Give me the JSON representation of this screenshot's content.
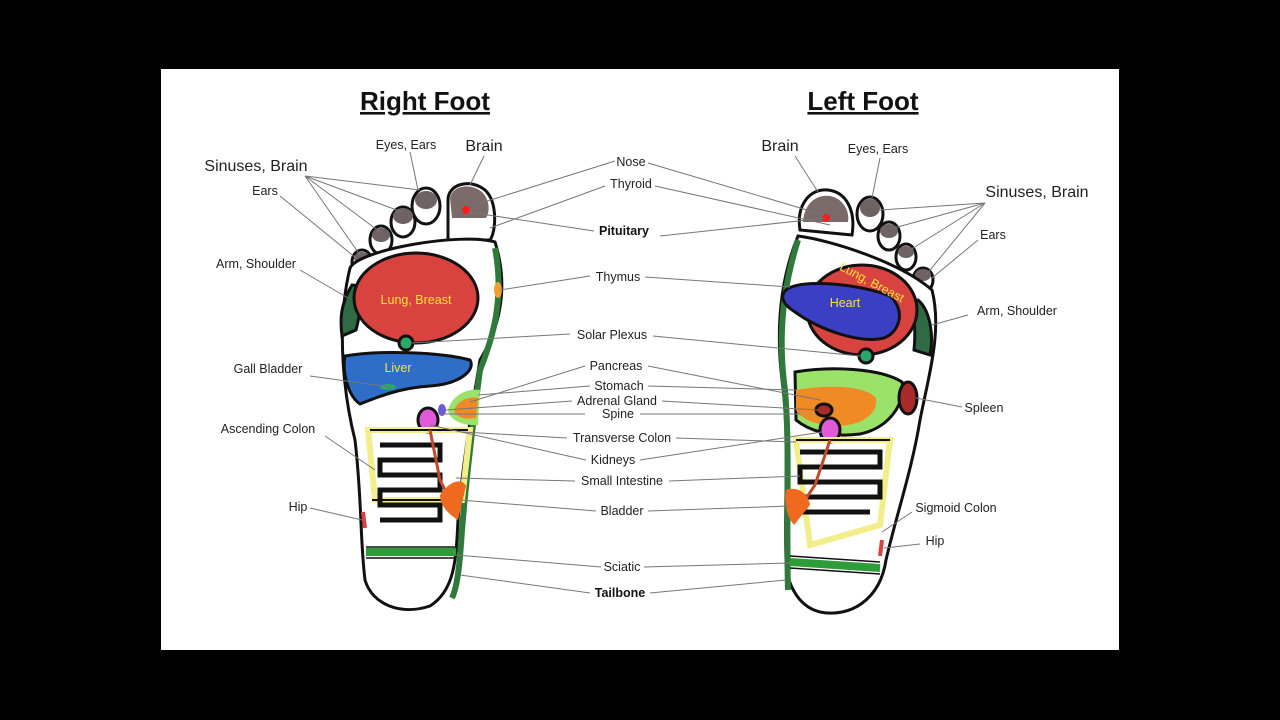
{
  "titles": {
    "right": "Right Foot",
    "left": "Left Foot"
  },
  "colors": {
    "lung": "#d8433f",
    "liver": "#2f6ec8",
    "heart": "#3a3fc4",
    "stomach": "#9be26a",
    "pancreas": "#f08a25",
    "kidney": "#e05ad8",
    "colon": "#f2ee8a",
    "bladder": "#ef6a1e",
    "sciatic": "#2f9c3a",
    "spine": "#2f7a3a",
    "toe": "#7a6a6a",
    "thymus": "#f0a030",
    "spleen": "#a92a2a",
    "solar": "#2aa86a",
    "inner_label_yellow": "#f7e23a"
  },
  "inner_labels": {
    "lung_breast_r": "Lung, Breast",
    "liver": "Liver",
    "lung_breast_l": "Lung, Breast",
    "heart": "Heart"
  },
  "labels": {
    "sinuses_brain_r": "Sinuses, Brain",
    "ears_r": "Ears",
    "eyes_ears_r": "Eyes, Ears",
    "brain_r": "Brain",
    "arm_shoulder_r": "Arm, Shoulder",
    "gall_bladder": "Gall Bladder",
    "ascending_colon": "Ascending Colon",
    "hip_r": "Hip",
    "nose": "Nose",
    "thyroid": "Thyroid",
    "pituitary": "Pituitary",
    "thymus": "Thymus",
    "solar_plexus": "Solar Plexus",
    "pancreas": "Pancreas",
    "stomach": "Stomach",
    "adrenal_gland": "Adrenal Gland",
    "spine": "Spine",
    "transverse_colon": "Transverse Colon",
    "kidneys": "Kidneys",
    "small_intestine": "Small Intestine",
    "bladder": "Bladder",
    "sciatic": "Sciatic",
    "tailbone": "Tailbone",
    "brain_l": "Brain",
    "eyes_ears_l": "Eyes, Ears",
    "sinuses_brain_l": "Sinuses, Brain",
    "ears_l": "Ears",
    "arm_shoulder_l": "Arm, Shoulder",
    "spleen": "Spleen",
    "sigmoid_colon": "Sigmoid Colon",
    "hip_l": "Hip"
  }
}
